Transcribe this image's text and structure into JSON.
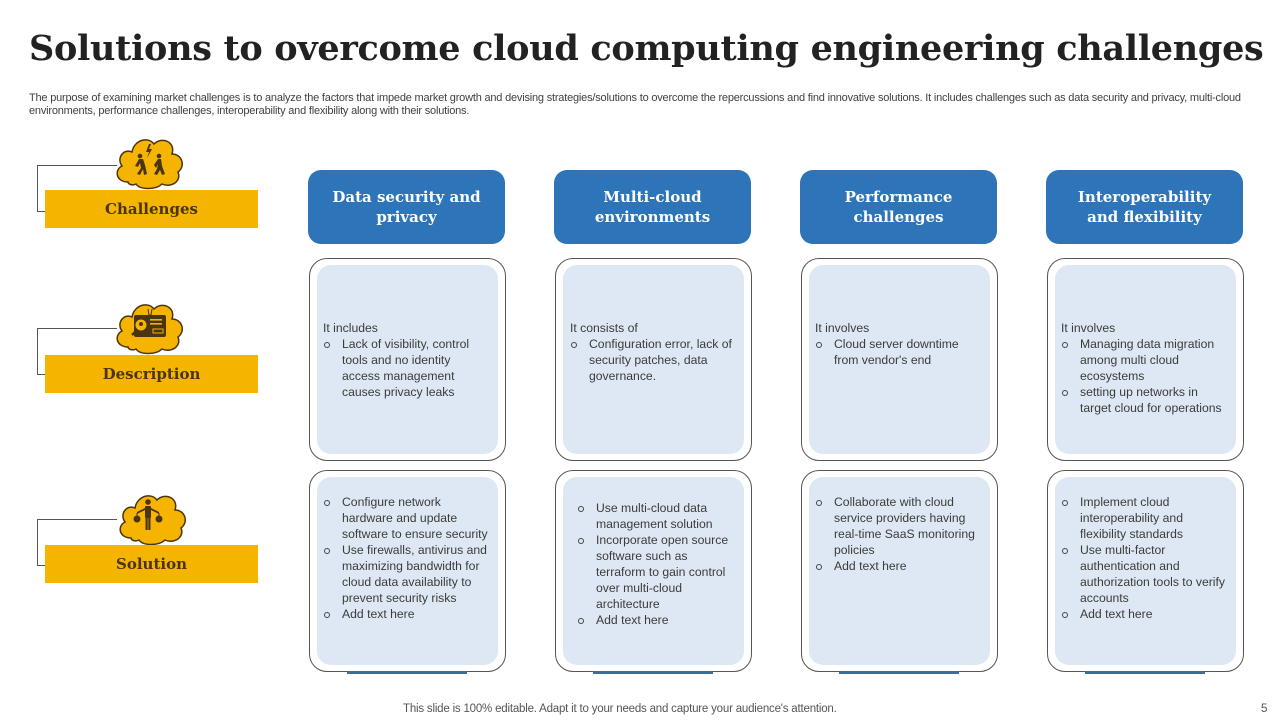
{
  "slide": {
    "title": "Solutions to overcome cloud computing engineering challenges",
    "subtitle": "The purpose of examining market challenges is to analyze the factors that impede market growth and devising strategies/solutions to overcome the repercussions and find innovative solutions. It includes challenges such as data security and privacy,  multi-cloud environments, performance challenges, interoperability and flexibility along with their solutions.",
    "footer_note": "This slide is 100% editable. Adapt it to your needs and capture your audience's attention.",
    "page_number": "5"
  },
  "colors": {
    "accent_yellow": "#f4b400",
    "header_blue": "#2e74b9",
    "card_fill": "#dde8f4",
    "label_text": "#4a3411",
    "underline": "#3d6e97"
  },
  "rows": [
    {
      "label": "Challenges",
      "icon": "people-conflict-icon"
    },
    {
      "label": "Description",
      "icon": "id-card-search-icon"
    },
    {
      "label": "Solution",
      "icon": "balance-person-icon"
    }
  ],
  "columns": [
    {
      "header": "Data security and privacy",
      "description": {
        "intro": "It includes",
        "bullets": [
          "Lack of visibility, control tools and no identity access management causes privacy leaks"
        ]
      },
      "solution": {
        "bullets": [
          "Configure  network hardware  and update software to ensure security",
          "Use firewalls,  antivirus and maximizing bandwidth  for cloud data availability to prevent security risks",
          "Add text here"
        ]
      }
    },
    {
      "header": "Multi-cloud environments",
      "description": {
        "intro": "It consists of",
        "bullets": [
          "Configuration  error, lack of security patches, data governance."
        ]
      },
      "solution": {
        "bullets": [
          "Use multi-cloud data management  solution",
          "Incorporate  open source software  such as terraform to gain control over  multi-cloud architecture",
          "Add text here"
        ]
      }
    },
    {
      "header": "Performance challenges",
      "description": {
        "intro": "It involves",
        "bullets": [
          "Cloud server  downtime from vendor's  end"
        ]
      },
      "solution": {
        "bullets": [
          "Collaborate with cloud service  providers having  real-time SaaS monitoring  policies",
          "Add text here"
        ]
      }
    },
    {
      "header": "Interoperability and flexibility",
      "description": {
        "intro": "It involves",
        "bullets": [
          "Managing  data migration among multi cloud ecosystems",
          "setting up networks in target cloud for operations"
        ]
      },
      "solution": {
        "bullets": [
          "Implement  cloud interoperability  and flexibility standards",
          "Use multi-factor authentication and authorization tools to verify  accounts",
          "Add text here"
        ]
      }
    }
  ]
}
